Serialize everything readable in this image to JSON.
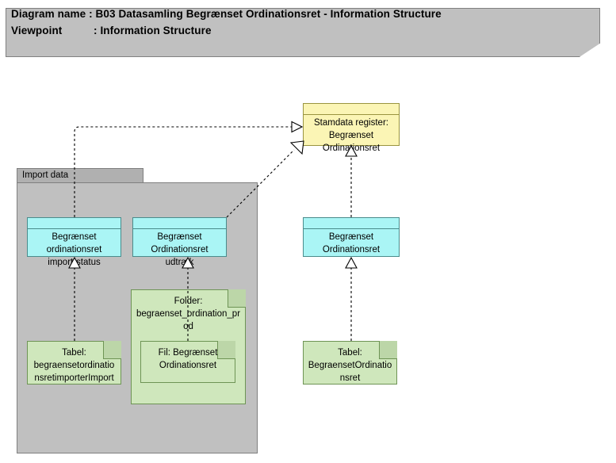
{
  "header": {
    "diagram_name_label": "Diagram name :",
    "diagram_name_value": "B03 Datasamling Begrænset Ordinationsret - Information Structure",
    "viewpoint_label": "Viewpoint",
    "viewpoint_sep": ": ",
    "viewpoint_value": "Information Structure"
  },
  "palette": {
    "banner_fill": "#c0c0c0",
    "package_fill": "#c0c0c0",
    "package_tab_fill": "#b0b0b0",
    "object_fill": "#aaf5f5",
    "artifact_fill": "#cfe7bc",
    "register_fill": "#fbf5b5",
    "line_color": "#000000"
  },
  "package": {
    "name": "Import data"
  },
  "nodes": {
    "register": {
      "label": "Stamdata register:\nBegrænset\nOrdinationsret"
    },
    "obj_import_status": {
      "label": "Begrænset\nordinationsret\nimport-status"
    },
    "obj_udtraek": {
      "label": "Begrænset\nOrdinationsret\nudtræk"
    },
    "obj_bo": {
      "label": "Begrænset\nOrdinationsret"
    },
    "artifact_tabel_import": {
      "label": "Tabel:\nbegraensetordinatio\nnsretimporterImport"
    },
    "artifact_folder": {
      "label": "Folder:\nbegraenset_ordination_pr\nod"
    },
    "artifact_fil": {
      "label": "Fil: Begrænset\nOrdinationsret"
    },
    "artifact_tabel_bo": {
      "label": "Tabel:\nBegraensetOrdinatio\nnsret"
    }
  },
  "relations": [
    {
      "name": "import-status-realizes-register",
      "type": "realization"
    },
    {
      "name": "udtraek-realizes-register",
      "type": "realization"
    },
    {
      "name": "begraensetordinationsret-realizes-register",
      "type": "realization"
    },
    {
      "name": "tabel-import-realizes-import-status",
      "type": "realization"
    },
    {
      "name": "folder-realizes-udtraek",
      "type": "realization"
    },
    {
      "name": "tabel-bo-realizes-begraensetordinationsret",
      "type": "realization"
    }
  ]
}
